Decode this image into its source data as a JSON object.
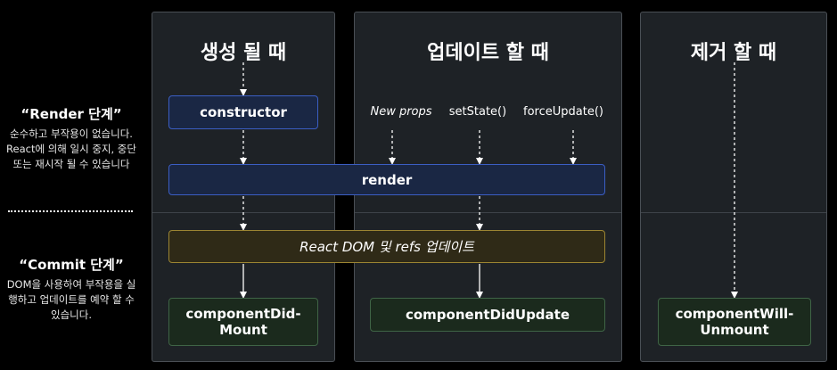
{
  "left_panel": {
    "render_phase": {
      "title": "“Render 단계”",
      "description": "순수하고 부작용이 없습니다. React에 의해 일시 중지, 중단 또는 재시작 될 수 있습니다"
    },
    "commit_phase": {
      "title": "“Commit 단계”",
      "description": "DOM을 사용하여 부작용을 실행하고 업데이트를 예약 할 수 있습니다."
    }
  },
  "columns": {
    "mounting": {
      "title": "생성 될 때"
    },
    "updating": {
      "title": "업데이트 할 때"
    },
    "unmounting": {
      "title": "제거 할 때"
    }
  },
  "triggers": {
    "new_props": "New props",
    "set_state": "setState()",
    "force_update": "forceUpdate()"
  },
  "boxes": {
    "constructor": "constructor",
    "render": "render",
    "react_dom_refs": "React DOM 및 refs 업데이트",
    "component_did_mount": "componentDid-\nMount",
    "component_did_update": "componentDidUpdate",
    "component_will_unmount": "componentWill-\nUnmount"
  },
  "colors": {
    "background": "#000000",
    "column_bg": "#1e2226",
    "render_box_border": "#3b5ec4",
    "commit_box_border": "#9c8532",
    "lifecycle_box_border": "#3f6446"
  }
}
